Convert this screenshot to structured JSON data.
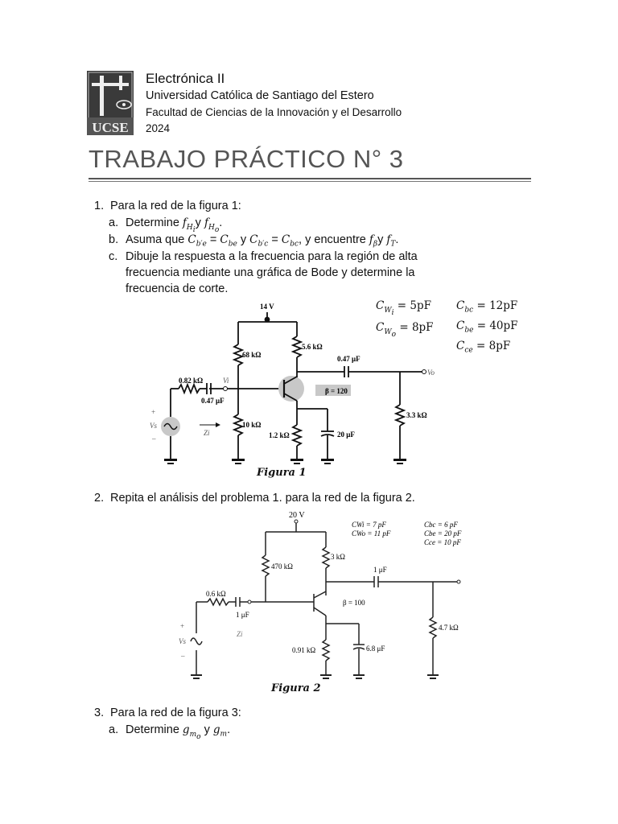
{
  "header": {
    "course": "Electrónica II",
    "university": "Universidad Católica de Santiago del Estero",
    "faculty": "Facultad de Ciencias de la Innovación y el Desarrollo",
    "year": "2024",
    "logo_text": "UCSE"
  },
  "title": "TRABAJO PRÁCTICO N° 3",
  "problem1": {
    "number": "1.",
    "intro": "Para la red de la figura 1:",
    "a_letter": "a.",
    "a_text": "Determine",
    "b_letter": "b.",
    "b_text": "Asuma que",
    "b_end": ", y encuentre",
    "c_letter": "c.",
    "c_line1": "Dibuje la respuesta a la frecuencia para la región de alta",
    "c_line2": "frecuencia mediante una gráfica de Bode y determine la",
    "c_line3": "frecuencia de corte.",
    "caps": {
      "cwi": "5pF",
      "cwo": "8pF",
      "cbc": "12pF",
      "cbe": "40pF",
      "cce": "8pF"
    },
    "figure": {
      "vcc": "14 V",
      "r1": "68 kΩ",
      "rc": "5.6 kΩ",
      "cc": "0.47 μF",
      "rs": "0.82 kΩ",
      "cs": "0.47 μF",
      "beta": "β = 120",
      "rl": "3.3 kΩ",
      "r2": "10 kΩ",
      "re": "1.2 kΩ",
      "ce": "20 μF",
      "vi_label": "Vi",
      "vo_label": "Vo",
      "zi_label": "Zi",
      "vs_label": "Vs",
      "caption": "Figura 1"
    }
  },
  "problem2": {
    "number": "2.",
    "text": "Repita el análisis del problema 1. para la red de la figura 2.",
    "figure": {
      "vcc": "20 V",
      "cwi": "CWi = 7 pF",
      "cwo": "CWo = 11 pF",
      "cbc": "Cbc = 6 pF",
      "cbe": "Cbe = 20 pF",
      "cce": "Cce = 10 pF",
      "rb": "470 kΩ",
      "rc": "3 kΩ",
      "cc": "1 μF",
      "rs": "0.6 kΩ",
      "cs": "1 μF",
      "beta": "β = 100",
      "rl": "4.7 kΩ",
      "re": "0.91 kΩ",
      "ce": "6.8 μF",
      "vs_label": "Vs",
      "zi_label": "Zi",
      "caption": "Figura 2"
    }
  },
  "problem3": {
    "number": "3.",
    "intro": "Para la red de la figura 3:",
    "a_letter": "a.",
    "a_text": "Determine"
  }
}
